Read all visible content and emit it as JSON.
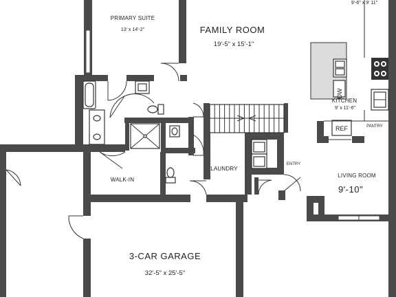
{
  "rooms": {
    "primary_suite": {
      "name": "PRIMARY SUITE",
      "dims": "13' x 14'-2\""
    },
    "family_room": {
      "name": "FAMILY ROOM",
      "dims": "19'-5\" x 15'-1\""
    },
    "kitchen": {
      "name": "KITCHEN",
      "dims": "9' x 11'-6\""
    },
    "pantry": {
      "name": "PANTRY"
    },
    "walk_in": {
      "name": "WALK-IN"
    },
    "laundry": {
      "name": "LAUNDRY"
    },
    "entry": {
      "name": "ENTRY"
    },
    "living_room": {
      "name": "LIVING ROOM",
      "dims": "9'-10\""
    },
    "garage": {
      "name": "3-CAR GARAGE",
      "dims": "32'-5\" x 25'-5\""
    },
    "top_right": {
      "dims": "9'-6\" x 9' 11\""
    }
  },
  "appliances": {
    "dishwasher": "DW",
    "refrigerator": "REF"
  }
}
